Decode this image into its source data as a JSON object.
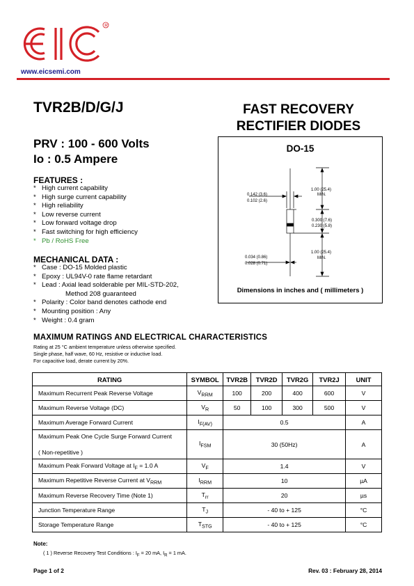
{
  "header": {
    "logo_text": "EIC",
    "website": "www.eicsemi.com",
    "brand_color": "#d42127"
  },
  "part_number": "TVR2B/D/G/J",
  "title": {
    "line1": "FAST RECOVERY",
    "line2": "RECTIFIER DIODES"
  },
  "specs": {
    "prv": "PRV : 100 - 600 Volts",
    "io": "Io : 0.5 Ampere"
  },
  "features": {
    "heading": "FEATURES :",
    "items": [
      "High current capability",
      "High surge current capability",
      "High reliability",
      "Low reverse current",
      "Low forward voltage drop",
      "Fast switching for high efficiency",
      "Pb / RoHS Free"
    ]
  },
  "mechanical": {
    "heading": "MECHANICAL  DATA :",
    "items": [
      "Case :  DO-15  Molded plastic",
      "Epoxy : UL94V-0 rate flame retardant",
      "Lead : Axial lead solderable per MIL-STD-202,",
      "Polarity : Color band denotes cathode end",
      "Mounting  position : Any",
      "Weight :    0.4  gram"
    ],
    "lead_cont": "Method 208 guaranteed"
  },
  "package": {
    "name": "DO-15",
    "lead_top_min": "1.00 (25.4)",
    "lead_top_min2": "MIN.",
    "dia_top_a": "0.142 (3.6)",
    "dia_top_b": "0.102 (2.6)",
    "body_len_a": "0.300 (7.6)",
    "body_len_b": "0.230 (5.8)",
    "lead_dia_a": "0.034 (0.86)",
    "lead_dia_b": "0.028 (0.71)",
    "lead_bot_min": "1.00 (25.4)",
    "lead_bot_min2": "MIN.",
    "caption": "Dimensions in inches and ( millimeters )"
  },
  "ratings": {
    "heading": "MAXIMUM  RATINGS  AND  ELECTRICAL  CHARACTERISTICS",
    "notes": [
      "Rating at  25 °C ambient temperature unless otherwise specified.",
      "Single phase, half wave, 60 Hz, resistive or inductive load.",
      "For capacitive load, derate current by 20%."
    ],
    "columns": [
      "RATING",
      "SYMBOL",
      "TVR2B",
      "TVR2D",
      "TVR2G",
      "TVR2J",
      "UNIT"
    ],
    "rows": {
      "vrrm": {
        "desc": "Maximum Recurrent Peak Reverse Voltage",
        "sym": "V",
        "sub": "RRM",
        "v1": "100",
        "v2": "200",
        "v3": "400",
        "v4": "600",
        "unit": "V"
      },
      "vr": {
        "desc": "Maximum Reverse Voltage (DC)",
        "sym": "V",
        "sub": "R",
        "v1": "50",
        "v2": "100",
        "v3": "300",
        "v4": "500",
        "unit": "V"
      },
      "ifav": {
        "desc": "Maximum Average Forward Current",
        "sym": "I",
        "sub": "F(AV)",
        "val": "0.5",
        "unit": "A"
      },
      "ifsm": {
        "desc": "Maximum Peak One Cycle Surge Forward Current",
        "desc2": "( Non-repetitive )",
        "sym": "I",
        "sub": "FSM",
        "val": "30 (50Hz)",
        "unit": "A"
      },
      "vf": {
        "desc_a": "Maximum Peak Forward Voltage at I",
        "desc_sub": "F",
        "desc_b": " = 1.0 A",
        "sym": "V",
        "sub": "F",
        "val": "1.4",
        "unit": "V"
      },
      "irrm": {
        "desc_a": "Maximum Repetitive Reverse Current at V",
        "desc_sub": "RRM",
        "sym": "I",
        "sub": "RRM",
        "val": "10",
        "unit": "µA"
      },
      "trr": {
        "desc": "Maximum Reverse Recovery Time  (Note 1)",
        "sym": "T",
        "sub": "rr",
        "val": "20",
        "unit": "µs"
      },
      "tj": {
        "desc": "Junction Temperature Range",
        "sym": "T",
        "sub": "J",
        "val": "- 40 to + 125",
        "unit": "°C"
      },
      "tstg": {
        "desc": "Storage Temperature Range",
        "sym": "T",
        "sub": "STG",
        "val": "- 40 to + 125",
        "unit": "°C"
      }
    }
  },
  "note": {
    "heading": "Note:",
    "text": "( 1 )  Reverse Recovery Test Conditions : I",
    "sub1": "F",
    "text2": " = 20 mA, I",
    "sub2": "R",
    "text3": " = 1 mA."
  },
  "footer": {
    "left": "Page 1 of 2",
    "right": "Rev. 03 : February 28, 2014"
  }
}
